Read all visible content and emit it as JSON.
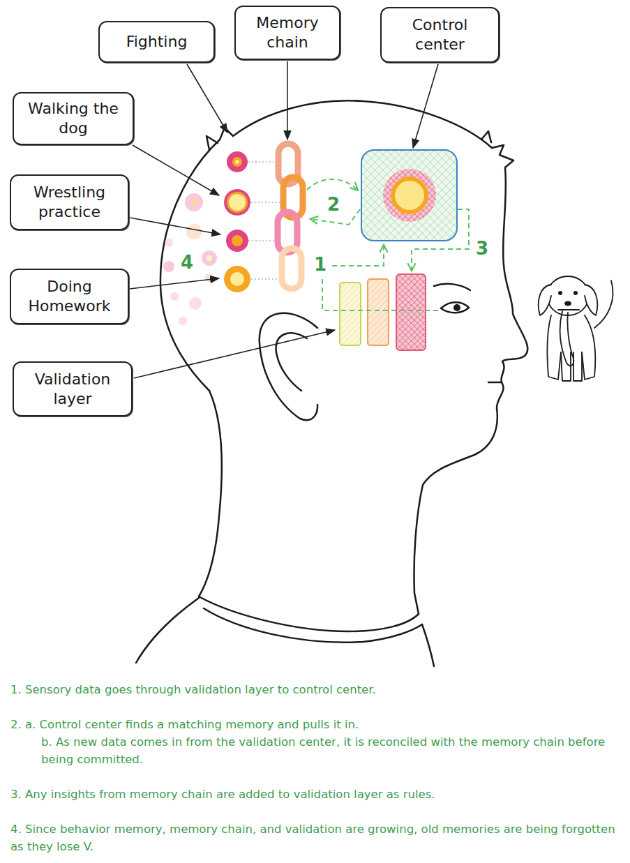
{
  "diagram": {
    "nodes": [
      {
        "text": [
          "Fighting"
        ]
      },
      {
        "text": [
          "Memory chain"
        ]
      },
      {
        "text": [
          "Control center"
        ]
      },
      {
        "text": [
          "Walking the dog"
        ]
      },
      {
        "text": [
          "Wrestling practice"
        ]
      },
      {
        "text": [
          "Doing Homework"
        ]
      },
      {
        "text": [
          "Validation layer"
        ]
      }
    ],
    "labels": [
      "1",
      "2",
      "3",
      "4",
      "1. Sensory data goes through validation layer to control center.",
      "2. a. Control center finds a matching memory and pulls it in.",
      "b. As new data comes in from the validation center, it is reconciled with the memory chain before being committed.",
      "3. Any insights from memory chain are added to validation layer as rules.",
      "4. Since behavior memory, memory chain, and validation are growing, old memories are being forgotten as they lose V."
    ]
  }
}
